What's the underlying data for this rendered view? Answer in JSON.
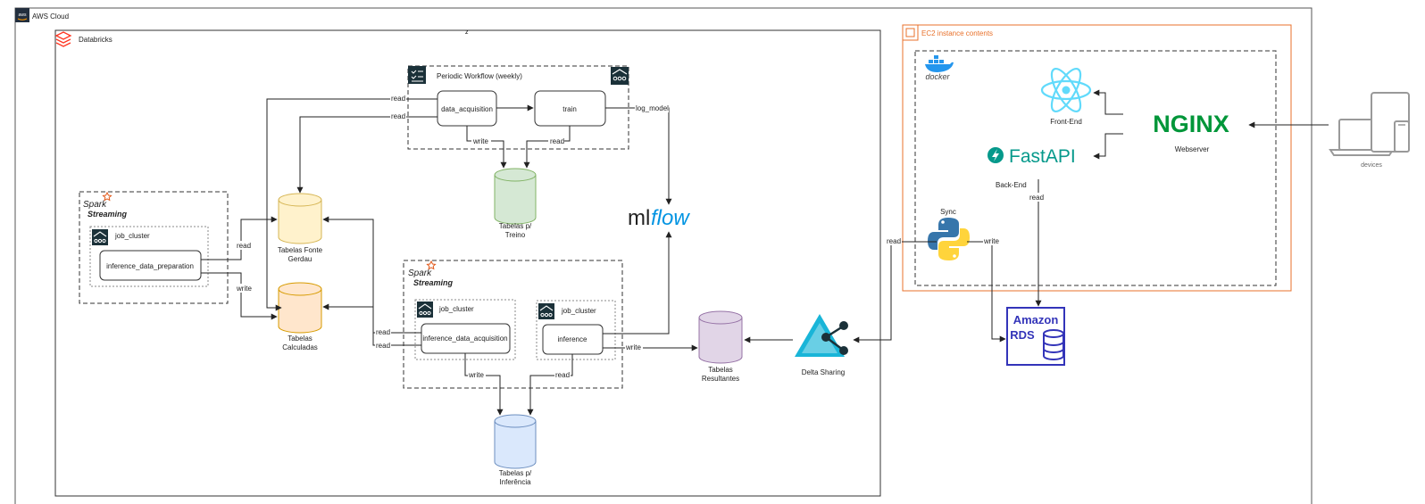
{
  "groups": {
    "aws": "AWS Cloud",
    "databricks": "Databricks",
    "ec2": "EC2 instance contents",
    "workflow": "Periodic Workflow (weekly)",
    "docker": "docker"
  },
  "spark": {
    "word": "Spark",
    "streaming": "Streaming"
  },
  "nodes": {
    "job_cluster_left": "job_cluster",
    "inference_data_preparation": "inference_data_preparation",
    "data_acquisition": "data_acquisition",
    "train": "train",
    "job_cluster_mid": "job_cluster",
    "inference_data_acquisition": "inference_data_acquisition",
    "job_cluster_right": "job_cluster",
    "inference": "inference"
  },
  "stores": {
    "fonte": [
      "Tabelas Fonte",
      "Gerdau"
    ],
    "calculadas": [
      "Tabelas",
      "Calculadas"
    ],
    "treino": [
      "Tabelas p/",
      "Treino"
    ],
    "inferencia": [
      "Tabelas p/",
      "Inferência"
    ],
    "resultantes": [
      "Tabelas",
      "Resultantes"
    ]
  },
  "logos": {
    "mlflow_ml": "ml",
    "mlflow_flow": "flow",
    "delta_sharing": "Delta Sharing",
    "nginx": "NGINX",
    "fastapi": "FastAPI",
    "amazon": "Amazon",
    "rds": "RDS"
  },
  "labels": {
    "front_end": "Front-End",
    "webserver": "Webserver",
    "back_end": "Back-End",
    "sync": "Sync",
    "devices": "devices"
  },
  "edges": {
    "read": "read",
    "write": "write",
    "log_model": "log_model"
  },
  "colors": {
    "aws_border": "#232f3e",
    "ec2_orange": "#e8712b",
    "treino_fill": "#d5e8d4",
    "treino_stroke": "#82b366",
    "fonte_fill": "#fff2cc",
    "fonte_stroke": "#d6b656",
    "calc_fill": "#ffe6cc",
    "calc_stroke": "#d79b00",
    "infer_fill": "#dae8fc",
    "infer_stroke": "#6c8ebf",
    "result_fill": "#e1d5e7",
    "result_stroke": "#9673a6",
    "react": "#61dafb",
    "nginx": "#009639",
    "fastapi": "#05998b",
    "rds": "#3334b9",
    "delta": "#00add4",
    "docker": "#2496ed",
    "spark_star": "#e25a1c",
    "databricks_red": "#ff3621"
  }
}
